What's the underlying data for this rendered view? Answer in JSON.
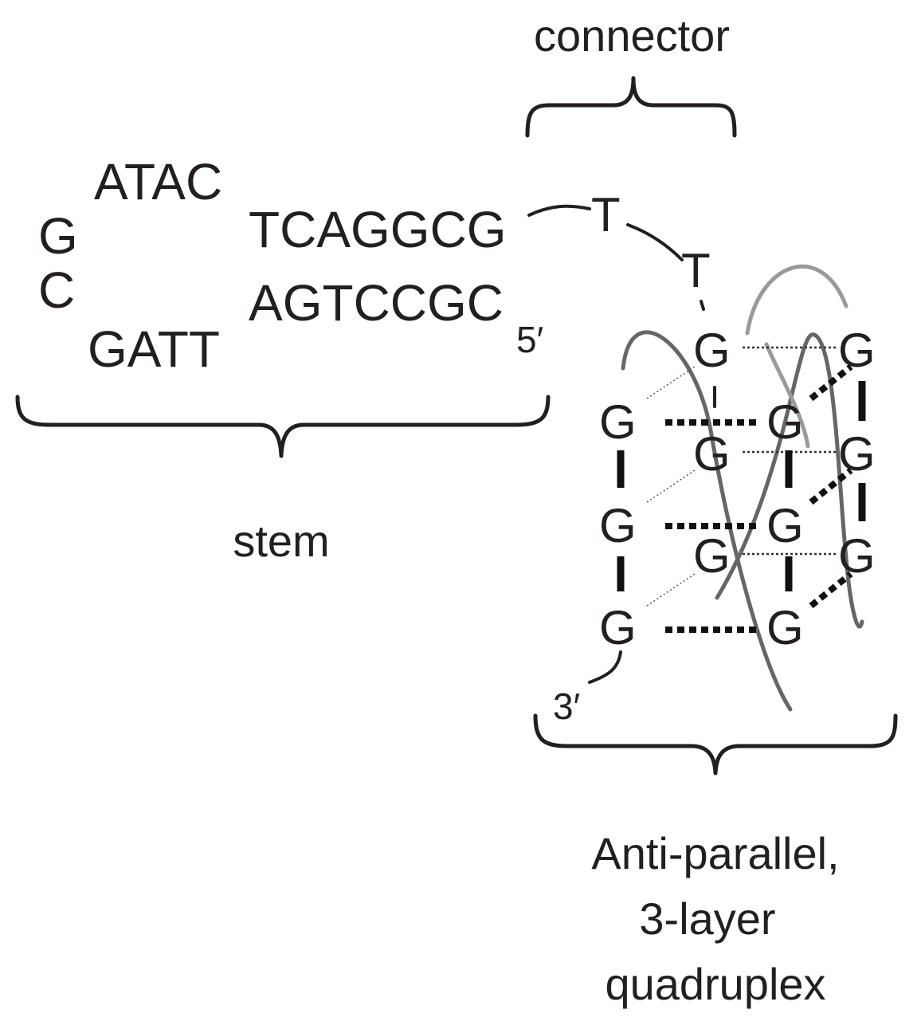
{
  "labels": {
    "connector": "connector",
    "stem": "stem",
    "quadruplex_line1": "Anti-parallel,",
    "quadruplex_line2": "3-layer",
    "quadruplex_line3": "quadruplex"
  },
  "stem": {
    "loop_top": "ATAC",
    "loop_g": "G",
    "loop_c": "C",
    "loop_bottom": "GATT",
    "upper_strand": "TCAGGCG",
    "lower_strand": "AGTCCGC",
    "five_prime": "5′"
  },
  "connector_bases": [
    "T",
    "T"
  ],
  "quadruplex": {
    "base": "G",
    "three_prime": "3′"
  },
  "colors": {
    "ink": "#231f20",
    "helix_dark": "#666666",
    "helix_light": "#9a9a9a"
  }
}
